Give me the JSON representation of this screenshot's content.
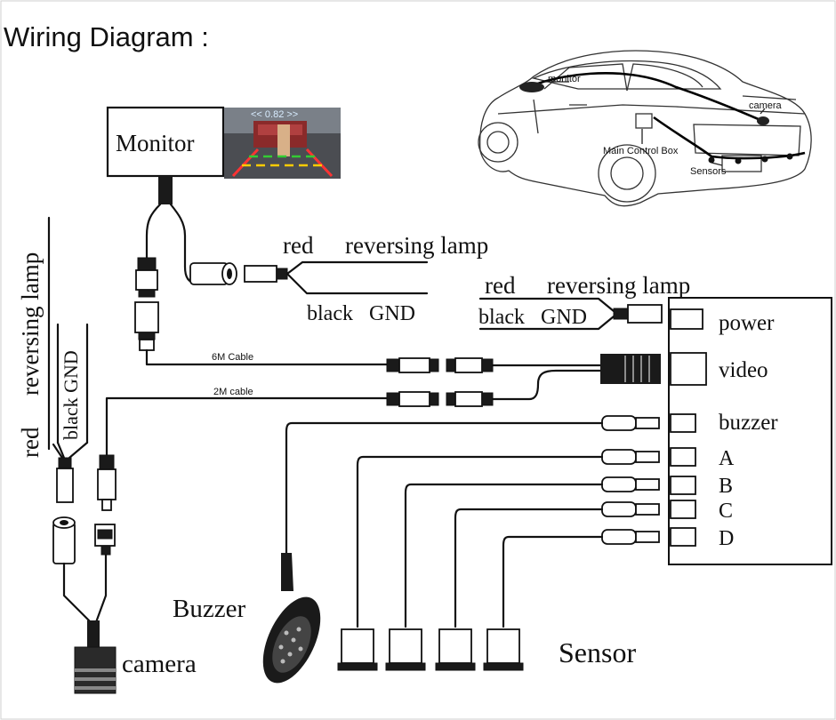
{
  "title": "Wiring Diagram :",
  "car_callouts": {
    "monitor": "monitor",
    "camera": "camera",
    "main_box": "Main Control Box",
    "sensors": "Sensors"
  },
  "monitor": {
    "label": "Monitor",
    "screen_readout": "<< 0.82 >>"
  },
  "monitor_lamp": {
    "red": "red",
    "reversing": "reversing lamp",
    "black": "black",
    "gnd": "GND"
  },
  "box_lamp": {
    "red": "red",
    "reversing": "reversing lamp",
    "black": "black",
    "gnd": "GND"
  },
  "camera_lamp": {
    "red": "red",
    "reversing": "reversing lamp",
    "black_gnd": "black GND"
  },
  "cables": {
    "six_m": "6M Cable",
    "two_m": "2M cable"
  },
  "control_box": {
    "ports": [
      "power",
      "video",
      "buzzer",
      "A",
      "B",
      "C",
      "D"
    ]
  },
  "labels": {
    "buzzer": "Buzzer",
    "camera": "camera",
    "sensor": "Sensor"
  }
}
